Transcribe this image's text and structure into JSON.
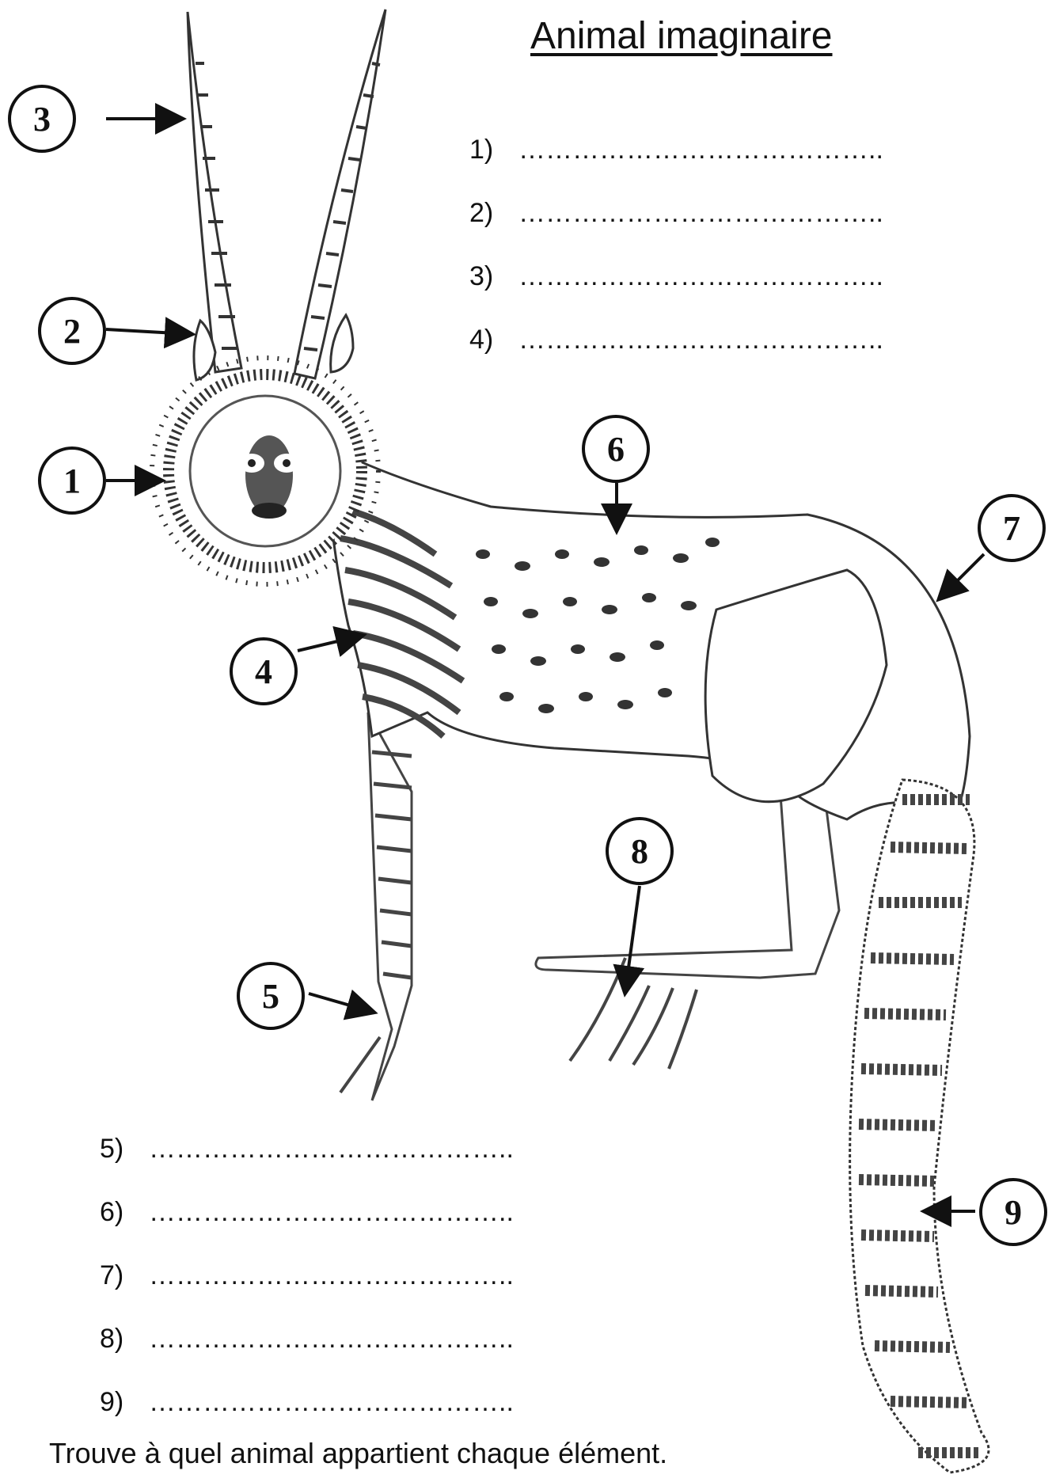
{
  "title": "Animal imaginaire",
  "answer_lines": [
    {
      "label": "1)",
      "dots": "………………………………….."
    },
    {
      "label": "2)",
      "dots": "………………………………….."
    },
    {
      "label": "3)",
      "dots": "………………………………….."
    },
    {
      "label": "4)",
      "dots": "………………………………….."
    },
    {
      "label": "5)",
      "dots": "………………………………….."
    },
    {
      "label": "6)",
      "dots": "………………………………….."
    },
    {
      "label": "7)",
      "dots": "………………………………….."
    },
    {
      "label": "8)",
      "dots": "………………………………….."
    },
    {
      "label": "9)",
      "dots": "………………………………….."
    }
  ],
  "callouts": [
    "1",
    "2",
    "3",
    "4",
    "5",
    "6",
    "7",
    "8",
    "9"
  ],
  "instruction": "Trouve à quel animal appartient chaque élément."
}
